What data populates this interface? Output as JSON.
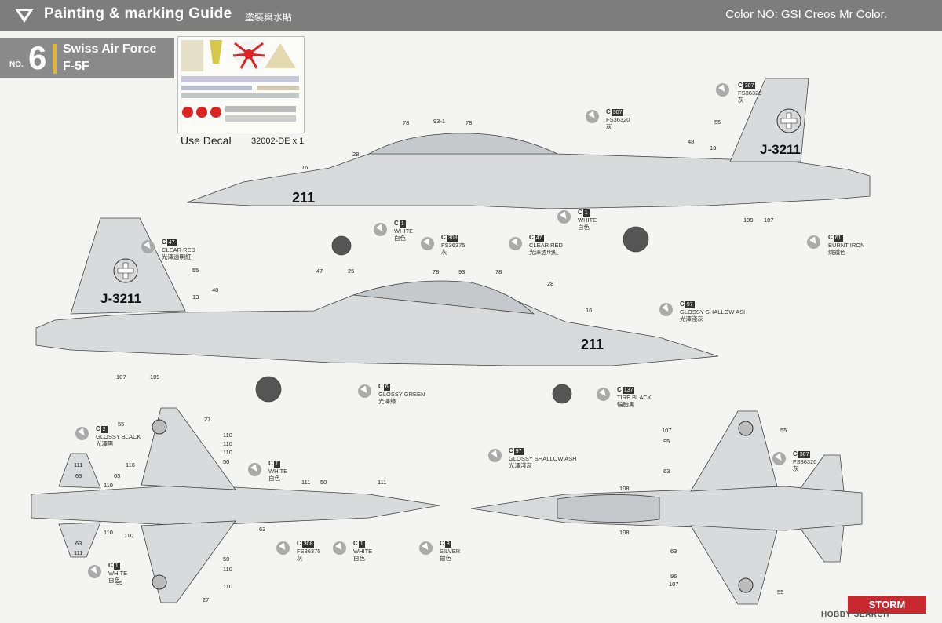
{
  "header": {
    "title": "Painting & marking Guide",
    "title_cn": "塗裝與水貼",
    "color_note": "Color NO: GSI Creos Mr Color."
  },
  "scheme": {
    "no_label": "NO.",
    "number": "6",
    "air_force": "Swiss Air Force",
    "model": "F-5F"
  },
  "decal": {
    "use_label": "Use Decal",
    "code": "32002-DE x 1"
  },
  "aircraft_markings": {
    "tail_code_side1": "J-3211",
    "tail_code_side2": "J-3211",
    "nose_number_side1": "211",
    "nose_number_side2": "211"
  },
  "callouts": [
    {
      "id": "c1",
      "icon": true,
      "code": "307",
      "lines": [
        "FS36320",
        "灰"
      ]
    },
    {
      "id": "c2",
      "icon": true,
      "code": "307",
      "lines": [
        "FS36320",
        "灰"
      ]
    },
    {
      "id": "c3",
      "icon": true,
      "code": "1",
      "lines": [
        "WHITE",
        "白色"
      ]
    },
    {
      "id": "c4",
      "icon": true,
      "code": "308",
      "lines": [
        "FS36375",
        "灰"
      ]
    },
    {
      "id": "c5",
      "icon": true,
      "code": "47",
      "lines": [
        "CLEAR RED",
        "光澤透明紅"
      ]
    },
    {
      "id": "c6",
      "icon": true,
      "code": "1",
      "lines": [
        "WHITE",
        "白色"
      ]
    },
    {
      "id": "c7",
      "icon": true,
      "code": "61",
      "lines": [
        "BURNT    IRON",
        "燒鐵色"
      ]
    },
    {
      "id": "c8",
      "icon": true,
      "code": "47",
      "lines": [
        "CLEAR RED",
        "光澤透明紅"
      ]
    },
    {
      "id": "c9",
      "icon": true,
      "code": "97",
      "lines": [
        "GLOSSY SHALLOW ASH",
        "光澤淺灰"
      ]
    },
    {
      "id": "c10",
      "icon": true,
      "code": "6",
      "lines": [
        "GLOSSY GREEN",
        "光澤綠"
      ]
    },
    {
      "id": "c11",
      "icon": true,
      "code": "137",
      "lines": [
        "TIRE BLACK",
        "輪胎黑"
      ]
    },
    {
      "id": "c12",
      "icon": true,
      "code": "2",
      "lines": [
        "GLOSSY BLACK",
        "光澤黑"
      ]
    },
    {
      "id": "c13",
      "icon": true,
      "code": "1",
      "lines": [
        "WHITE",
        "白色"
      ]
    },
    {
      "id": "c14",
      "icon": true,
      "code": "97",
      "lines": [
        "GLOSSY SHALLOW ASH",
        "光澤淺灰"
      ]
    },
    {
      "id": "c15",
      "icon": true,
      "code": "307",
      "lines": [
        "FS36320",
        "灰"
      ]
    },
    {
      "id": "c16",
      "icon": true,
      "code": "308",
      "lines": [
        "FS36375",
        "灰"
      ]
    },
    {
      "id": "c17",
      "icon": true,
      "code": "1",
      "lines": [
        "WHITE",
        "白色"
      ]
    },
    {
      "id": "c18",
      "icon": true,
      "code": "8",
      "lines": [
        "SILVER",
        "銀色"
      ]
    },
    {
      "id": "c19",
      "icon": true,
      "code": "1",
      "lines": [
        "WHITE",
        "白色"
      ]
    }
  ],
  "numbers": [
    "93-1",
    "78",
    "78",
    "28",
    "16",
    "48",
    "55",
    "13",
    "109",
    "107",
    "55",
    "13",
    "48",
    "47",
    "25",
    "78",
    "93",
    "78",
    "28",
    "16",
    "107",
    "109",
    "55",
    "27",
    "110",
    "110",
    "110",
    "50",
    "116",
    "111",
    "63",
    "63",
    "110",
    "110",
    "63",
    "110",
    "111",
    "50",
    "110",
    "110",
    "55",
    "27",
    "111",
    "50",
    "111",
    "63",
    "107",
    "55",
    "95",
    "63",
    "108",
    "108",
    "63",
    "96",
    "107",
    "55"
  ],
  "brand": "STORM",
  "watermark": "HOBBY SEARCH"
}
